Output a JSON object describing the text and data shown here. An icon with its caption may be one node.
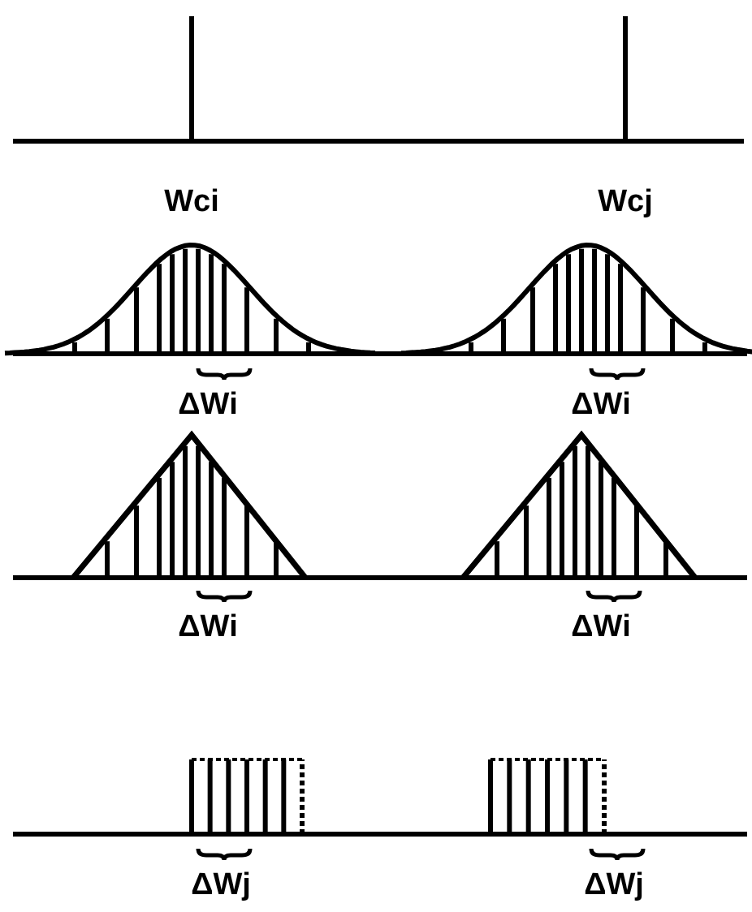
{
  "diagram": {
    "labels": [
      "Wci",
      "Wcj",
      "ΔWi",
      "ΔWi",
      "ΔWi",
      "ΔWi",
      "ΔWj",
      "ΔWj"
    ]
  }
}
